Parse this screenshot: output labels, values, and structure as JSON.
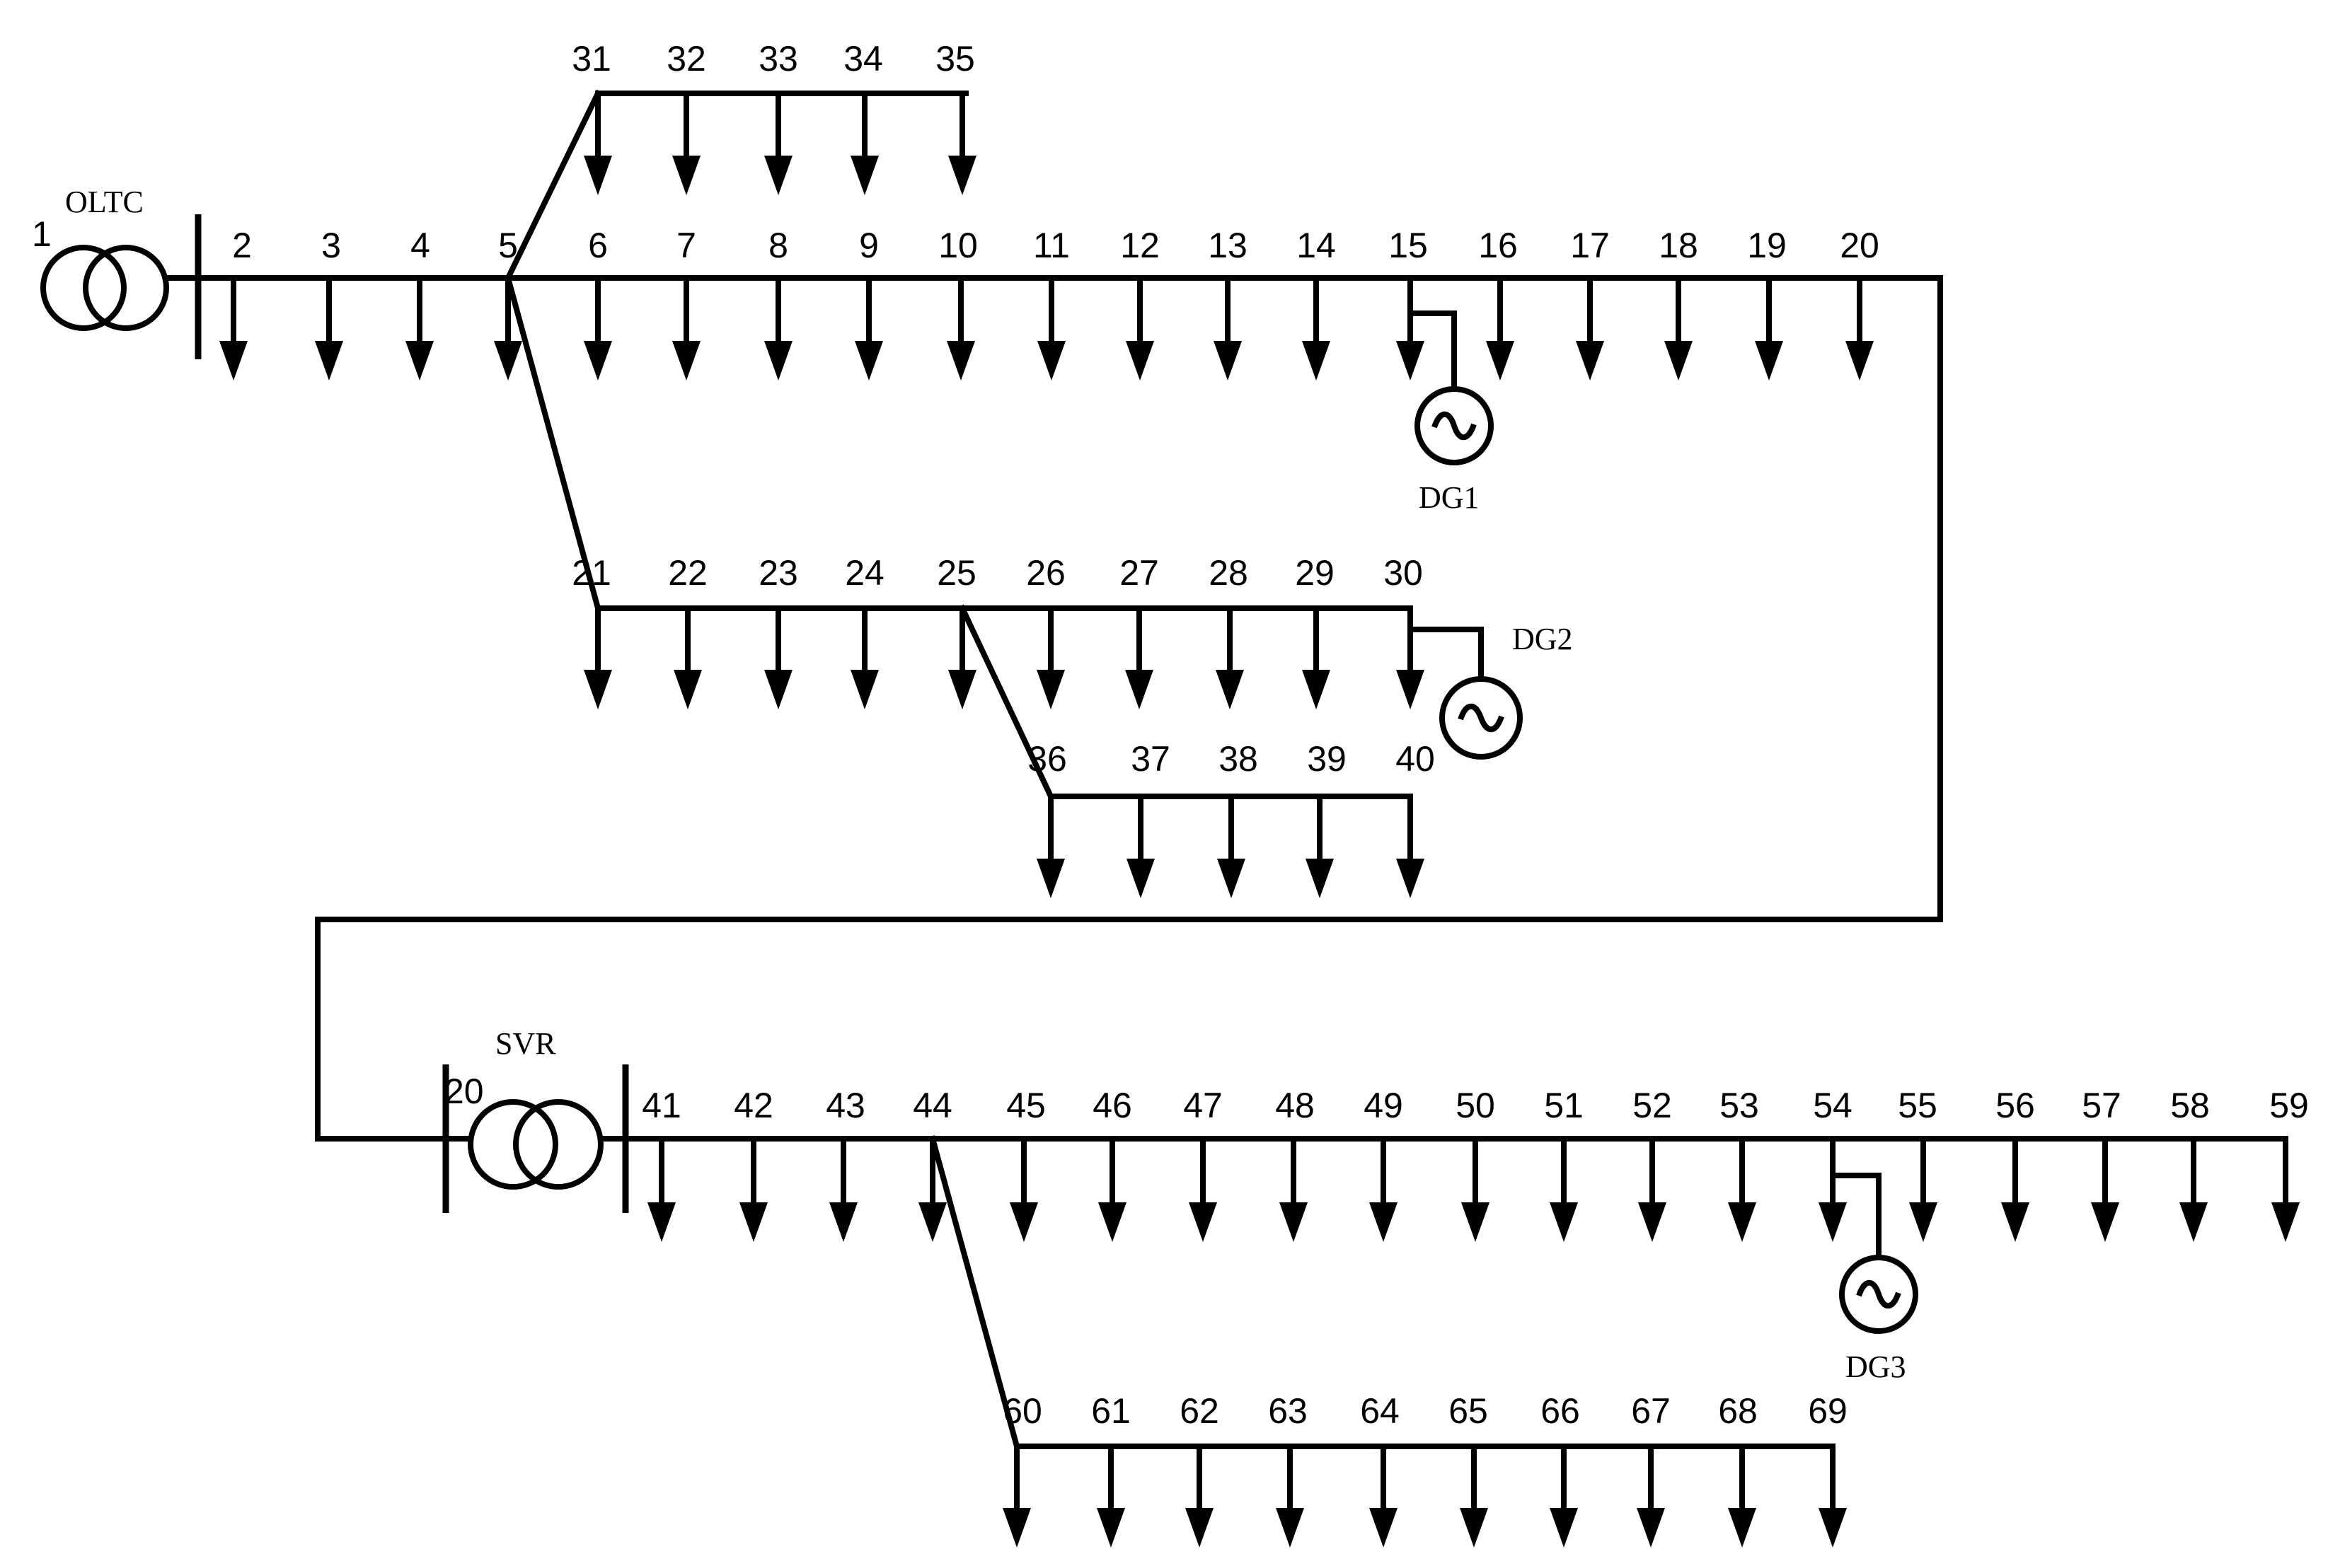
{
  "transformers": {
    "oltc": {
      "label": "OLTC"
    },
    "svr": {
      "label": "SVR"
    }
  },
  "generators": {
    "dg1": {
      "label": "DG1"
    },
    "dg2": {
      "label": "DG2"
    },
    "dg3": {
      "label": "DG3"
    }
  },
  "main_feeder": [
    "2",
    "3",
    "4",
    "5",
    "6",
    "7",
    "8",
    "9",
    "10",
    "11",
    "12",
    "13",
    "14",
    "15",
    "16",
    "17",
    "18",
    "19",
    "20"
  ],
  "branch_31_35": [
    "31",
    "32",
    "33",
    "34",
    "35"
  ],
  "branch_21_30": [
    "21",
    "22",
    "23",
    "24",
    "25",
    "26",
    "27",
    "28",
    "29",
    "30"
  ],
  "branch_36_40": [
    "36",
    "37",
    "38",
    "39",
    "40"
  ],
  "feeder_41_59": [
    "41",
    "42",
    "43",
    "44",
    "45",
    "46",
    "47",
    "48",
    "49",
    "50",
    "51",
    "52",
    "53",
    "54",
    "55",
    "56",
    "57",
    "58",
    "59"
  ],
  "branch_60_69": [
    "60",
    "61",
    "62",
    "63",
    "64",
    "65",
    "66",
    "67",
    "68",
    "69"
  ],
  "bus_1": "1",
  "bus_20_svr": "20"
}
